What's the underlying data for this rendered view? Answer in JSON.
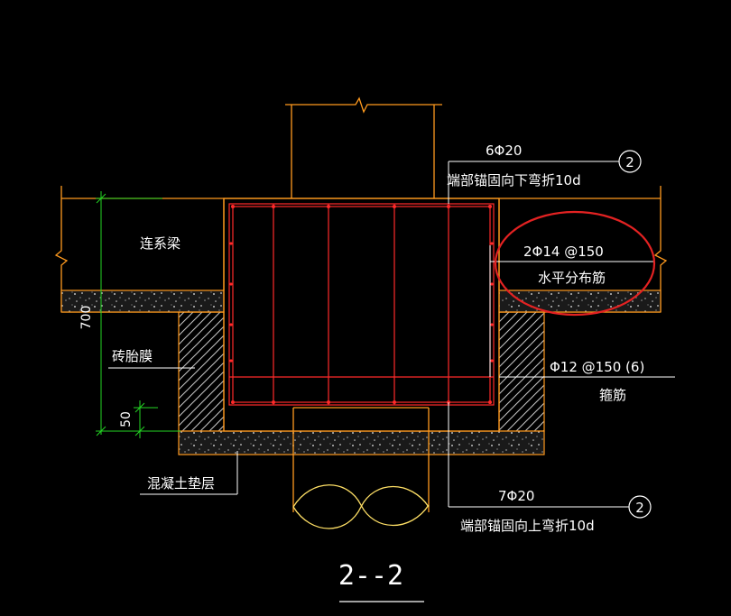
{
  "drawing": {
    "title": "2--2",
    "top_bar": {
      "spec": "6Φ20",
      "note": "端部锚固向下弯折10d",
      "ref": "2"
    },
    "bottom_bar": {
      "spec": "7Φ20",
      "note": "端部锚固向上弯折10d",
      "ref": "2"
    },
    "horizontal_bar": {
      "spec": "2Φ14 @150",
      "name": "水平分布筋"
    },
    "stirrup": {
      "spec": "Φ12 @150 (6)",
      "name": "箍筋"
    },
    "tie_beam_label": "连系梁",
    "brick_formwork_label": "砖胎膜",
    "cushion_label": "混凝土垫层",
    "dim_height": "700",
    "dim_cushion": "50"
  },
  "colors": {
    "background": "#000000",
    "outline": "#ff9a1e",
    "rebar": "#ff2a2a",
    "dimension": "#23d623",
    "text": "#ffffff",
    "leader": "#ffffff",
    "hatch": "#c8c8c8",
    "pile_wave": "#ffe066",
    "highlight": "#e32222"
  }
}
